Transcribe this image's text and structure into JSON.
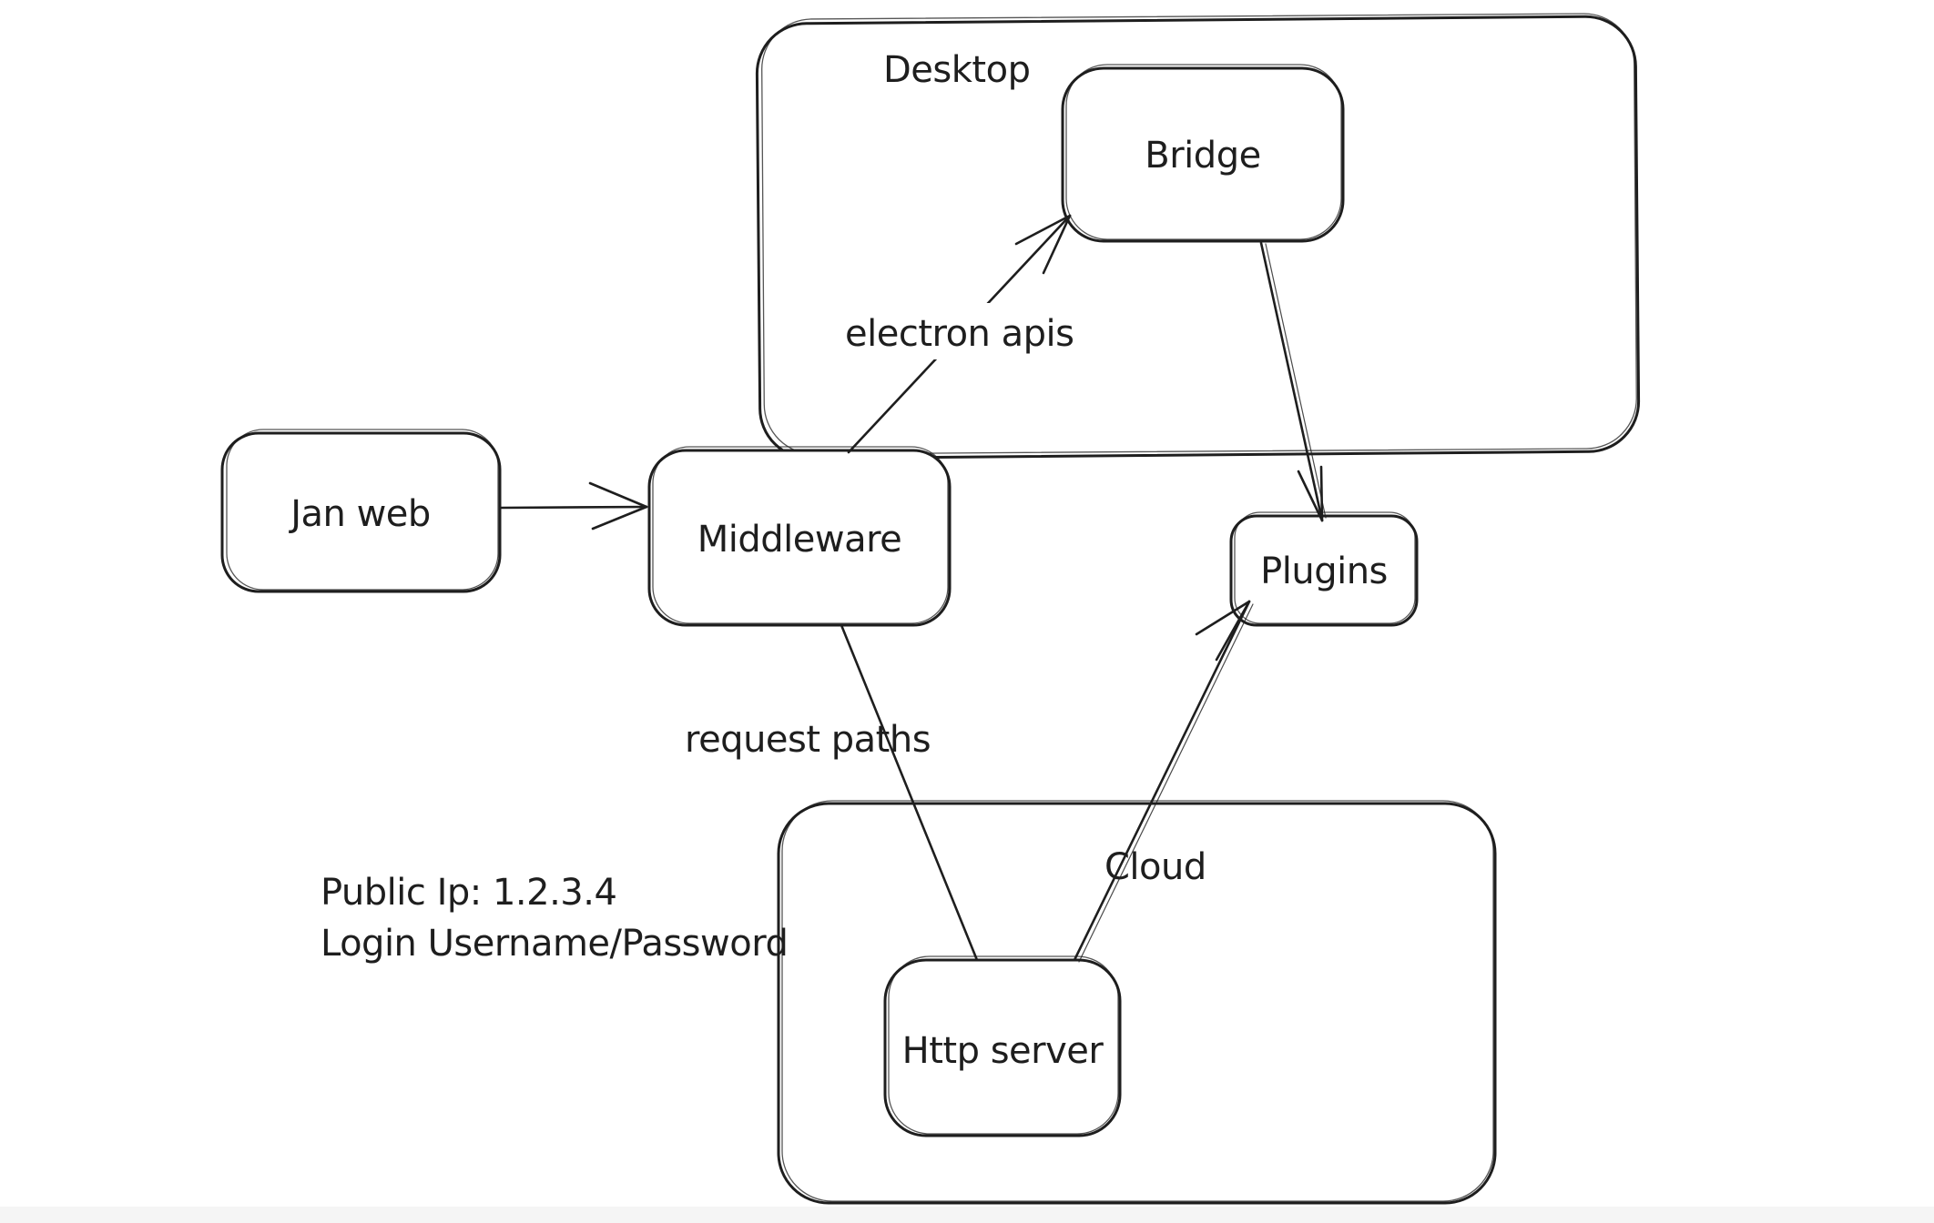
{
  "app": {
    "background": "#ffffff",
    "stroke_color": "#1e1e1e",
    "style": "hand-drawn whiteboard diagram"
  },
  "diagram": {
    "containers": [
      {
        "id": "desktop",
        "label": "Desktop",
        "contains": [
          "bridge"
        ]
      },
      {
        "id": "cloud",
        "label": "Cloud",
        "contains": [
          "http-server"
        ]
      }
    ],
    "nodes": [
      {
        "id": "jan-web",
        "label": "Jan web"
      },
      {
        "id": "middleware",
        "label": "Middleware"
      },
      {
        "id": "bridge",
        "label": "Bridge"
      },
      {
        "id": "plugins",
        "label": "Plugins"
      },
      {
        "id": "http-server",
        "label": "Http server"
      }
    ],
    "edges": [
      {
        "from": "jan-web",
        "to": "middleware",
        "label": ""
      },
      {
        "from": "middleware",
        "to": "bridge",
        "label": "electron apis"
      },
      {
        "from": "bridge",
        "to": "plugins",
        "label": ""
      },
      {
        "from": "middleware",
        "to": "http-server",
        "label": "request paths"
      },
      {
        "from": "http-server",
        "to": "plugins",
        "label": ""
      }
    ],
    "annotations": {
      "line1": "Public Ip: 1.2.3.4",
      "line2": "Login Username/Password"
    }
  }
}
